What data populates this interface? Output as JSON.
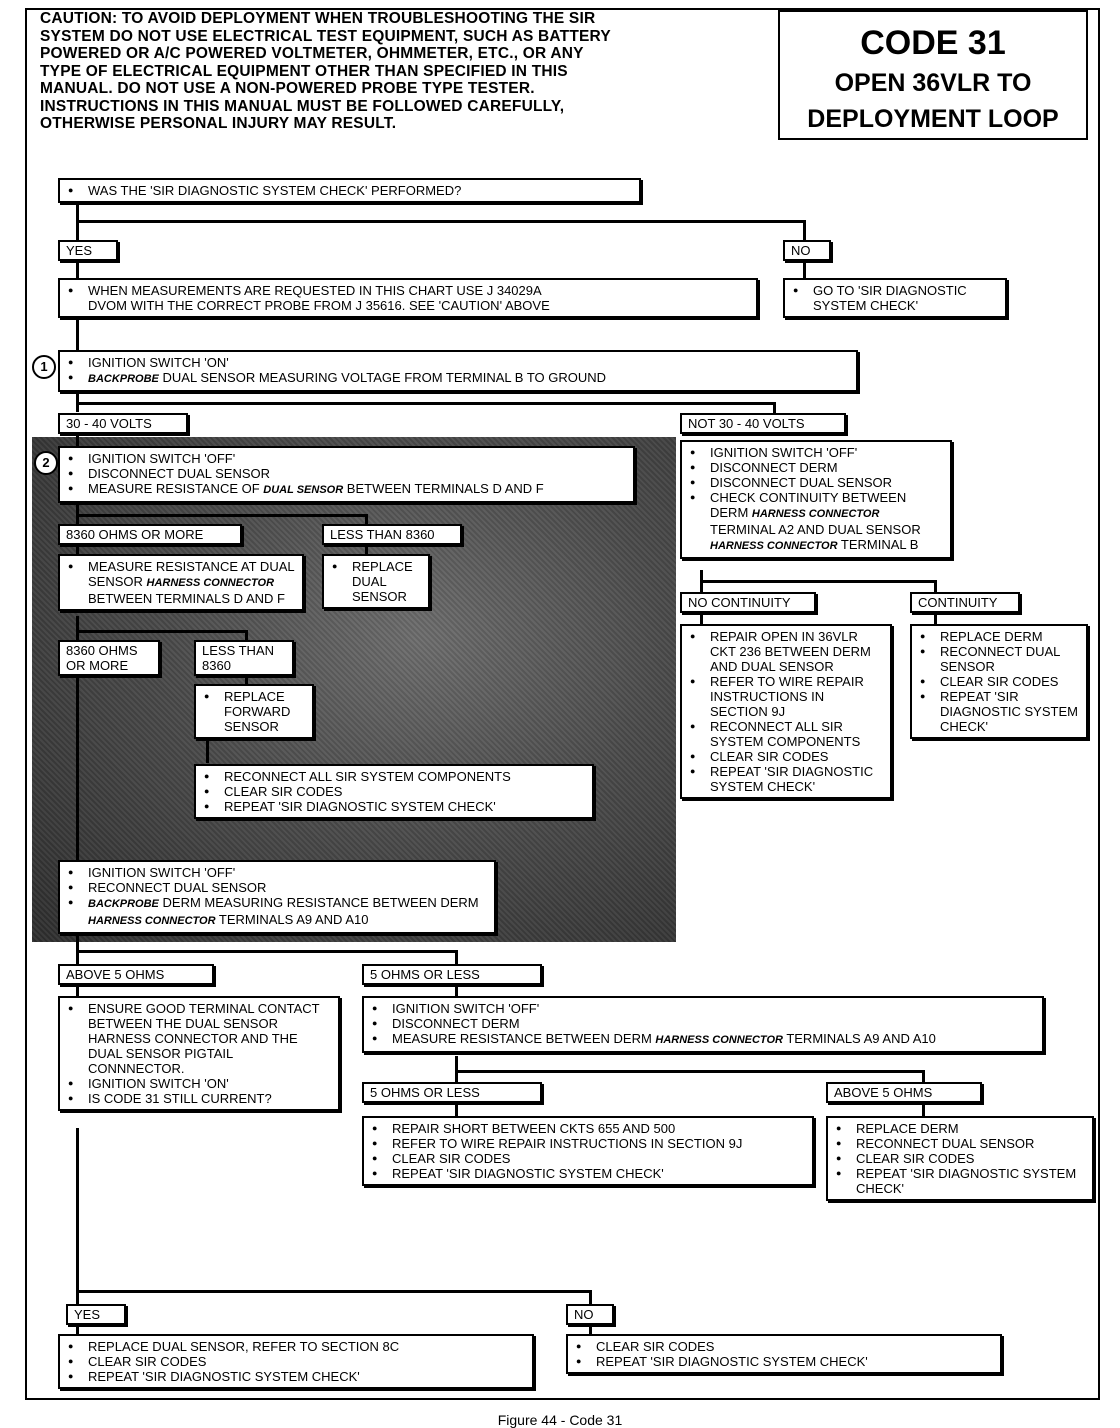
{
  "caution": "CAUTION: TO AVOID DEPLOYMENT WHEN TROUBLESHOOTING THE SIR SYSTEM DO NOT USE ELECTRICAL TEST EQUIPMENT, SUCH AS BATTERY POWERED OR A/C POWERED VOLTMETER, OHMMETER, ETC., OR ANY TYPE OF ELECTRICAL EQUIPMENT OTHER THAN SPECIFIED IN THIS MANUAL. DO NOT USE A NON-POWERED PROBE TYPE TESTER. INSTRUCTIONS IN THIS MANUAL MUST BE FOLLOWED CAREFULLY, OTHERWISE PERSONAL INJURY MAY RESULT.",
  "code": {
    "title": "CODE 31",
    "subtitle_1": "OPEN 36VLR TO",
    "subtitle_2": "DEPLOYMENT LOOP"
  },
  "step_markers": {
    "one": "1",
    "two": "2"
  },
  "nodes": {
    "q_check": "WAS THE 'SIR DIAGNOSTIC SYSTEM CHECK' PERFORMED?",
    "yes_1": "YES",
    "no_1": "NO",
    "measure_note_1": "WHEN MEASUREMENTS ARE REQUESTED IN THIS CHART USE J 34029A",
    "measure_note_2": "DVOM WITH THE CORRECT PROBE FROM J 35616. SEE 'CAUTION' ABOVE",
    "goto_check": "GO TO 'SIR DIAGNOSTIC SYSTEM CHECK'",
    "step1_a": "IGNITION SWITCH 'ON'",
    "step1_b_em": "BACKPROBE",
    "step1_b": " DUAL SENSOR MEASURING VOLTAGE FROM TERMINAL B TO GROUND",
    "volts_ok": "30 - 40 VOLTS",
    "volts_not": "NOT 30 - 40 VOLTS",
    "step2_a": "IGNITION SWITCH 'OFF'",
    "step2_b": "DISCONNECT DUAL SENSOR",
    "step2_c_pre": "MEASURE RESISTANCE OF ",
    "step2_c_em": "DUAL SENSOR",
    "step2_c_post": " BETWEEN TERMINALS D AND F",
    "r_8360_more": "8360 OHMS OR MORE",
    "r_less_8360": "LESS THAN 8360",
    "harness_a": "MEASURE RESISTANCE AT DUAL SENSOR ",
    "harness_em": "HARNESS CONNECTOR",
    "harness_b": " BETWEEN TERMINALS D AND F",
    "replace_dual": "REPLACE DUAL SENSOR",
    "r2_8360_more": "8360 OHMS OR MORE",
    "r2_less_8360": "LESS THAN 8360",
    "replace_forward": "REPLACE FORWARD SENSOR",
    "reconnect_all": "RECONNECT ALL SIR SYSTEM COMPONENTS",
    "clear_codes": "CLEAR SIR CODES",
    "repeat_check": "REPEAT 'SIR DIAGNOSTIC SYSTEM CHECK'",
    "nv_a": "IGNITION SWITCH 'OFF'",
    "nv_b": "DISCONNECT DERM",
    "nv_c": "DISCONNECT DUAL SENSOR",
    "nv_d_pre": "CHECK CONTINUITY BETWEEN DERM ",
    "nv_d_em1": "HARNESS CONNECTOR",
    "nv_d_mid": " TERMINAL A2 AND DUAL SENSOR ",
    "nv_d_em2": "HARNESS CONNECTOR",
    "nv_d_post": " TERMINAL B",
    "no_continuity": "NO CONTINUITY",
    "continuity": "CONTINUITY",
    "nc_a": "REPAIR OPEN IN 36VLR CKT 236 BETWEEN DERM AND DUAL SENSOR",
    "nc_b": "REFER TO WIRE REPAIR INSTRUCTIONS IN SECTION 9J",
    "nc_c": "RECONNECT ALL SIR SYSTEM COMPONENTS",
    "nc_d": "CLEAR SIR CODES",
    "nc_e": "REPEAT 'SIR DIAGNOSTIC SYSTEM CHECK'",
    "c_a": "REPLACE DERM",
    "c_b": "RECONNECT DUAL SENSOR",
    "c_c": "CLEAR SIR CODES",
    "c_d": "REPEAT 'SIR DIAGNOSTIC SYSTEM CHECK'",
    "s3_a": "IGNITION SWITCH 'OFF'",
    "s3_b": "RECONNECT DUAL SENSOR",
    "s3_c_em": "BACKPROBE",
    "s3_c_pre": " DERM MEASURING RESISTANCE BETWEEN DERM ",
    "s3_c_em2": "HARNESS CONNECTOR",
    "s3_c_post": " TERMINALS A9 AND A10",
    "above5_1": "ABOVE 5 OHMS",
    "le5_1": "5 OHMS OR LESS",
    "ens_a": "ENSURE GOOD TERMINAL CONTACT BETWEEN THE DUAL SENSOR HARNESS CONNECTOR AND THE DUAL SENSOR PIGTAIL CONNNECTOR.",
    "ens_b": "IGNITION SWITCH 'ON'",
    "ens_c": "IS CODE 31 STILL CURRENT?",
    "l5_a": "IGNITION SWITCH 'OFF'",
    "l5_b": "DISCONNECT DERM",
    "l5_c_pre": "MEASURE RESISTANCE BETWEEN DERM ",
    "l5_c_em": "HARNESS CONNECTOR",
    "l5_c_post": " TERMINALS A9 AND A10",
    "le5_2": "5 OHMS OR LESS",
    "above5_2": "ABOVE 5 OHMS",
    "sh_a": "REPAIR SHORT BETWEEN CKTS 655 AND 500",
    "sh_b": "REFER TO WIRE REPAIR INSTRUCTIONS IN SECTION 9J",
    "sh_c": "CLEAR SIR CODES",
    "sh_d": "REPEAT 'SIR DIAGNOSTIC SYSTEM CHECK'",
    "rd_a": "REPLACE DERM",
    "rd_b": "RECONNECT DUAL SENSOR",
    "rd_c": "CLEAR SIR CODES",
    "rd_d": "REPEAT 'SIR DIAGNOSTIC SYSTEM CHECK'",
    "yes_2": "YES",
    "no_2": "NO",
    "y2_a": "REPLACE DUAL SENSOR, REFER TO SECTION 8C",
    "y2_b": "CLEAR SIR CODES",
    "y2_c": "REPEAT 'SIR DIAGNOSTIC SYSTEM CHECK'",
    "n2_a": "CLEAR SIR CODES",
    "n2_b": "REPEAT 'SIR DIAGNOSTIC SYSTEM CHECK'"
  },
  "caption": "Figure 44 - Code 31"
}
